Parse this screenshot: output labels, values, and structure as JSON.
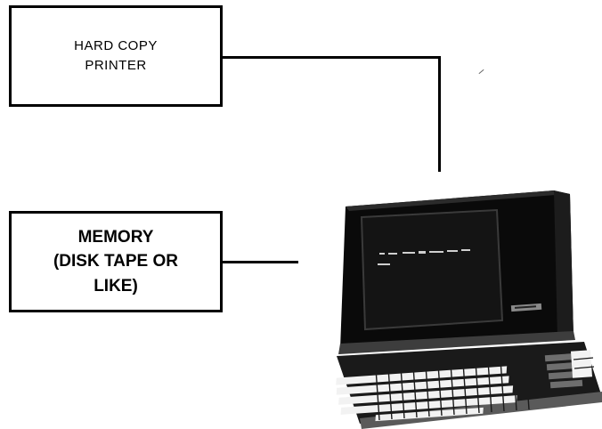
{
  "printer_box": {
    "lines": [
      "HARD COPY",
      "PRINTER"
    ]
  },
  "memory_box": {
    "lines": [
      "MEMORY",
      "(DISK TAPE OR",
      "LIKE)"
    ]
  },
  "terminal": {
    "icon": "computer-terminal-icon"
  }
}
